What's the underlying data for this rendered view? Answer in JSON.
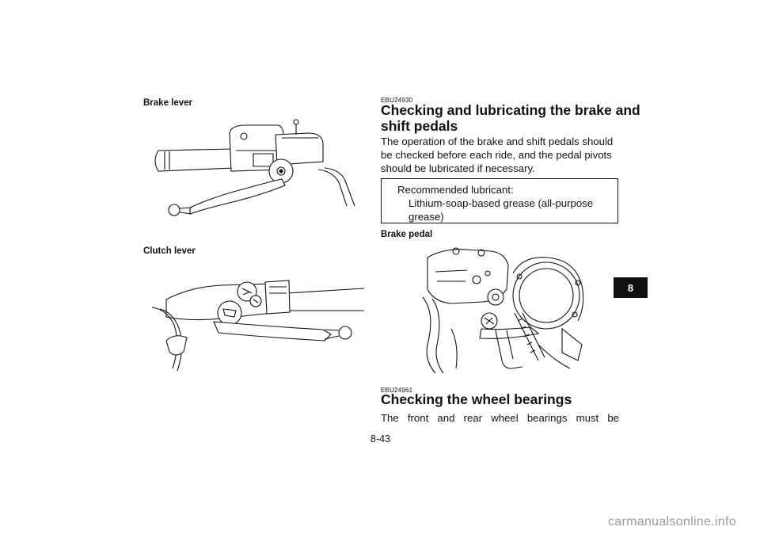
{
  "left_column": {
    "brake_lever_caption": "Brake lever",
    "clutch_lever_caption": "Clutch lever"
  },
  "brake_pedals_section": {
    "code": "EBU24930",
    "heading_line1": "Checking and lubricating the brake and",
    "heading_line2": "shift pedals",
    "body_lines": [
      "The operation of the brake and shift pedals should",
      "be checked before each ride, and the pedal pivots",
      "should be lubricated if necessary."
    ],
    "lubricant_box": {
      "title": "Recommended lubricant:",
      "value_line1": "Lithium-soap-based grease (all-purpose",
      "value_line2": "grease)"
    },
    "brake_pedal_caption": "Brake pedal"
  },
  "wheel_bearings_section": {
    "code": "EBU24961",
    "heading": "Checking the wheel bearings",
    "body_line": "The front and rear wheel bearings must be"
  },
  "chapter_tab": "8",
  "page_number": "8-43",
  "watermark": "carmanualsonline.info"
}
